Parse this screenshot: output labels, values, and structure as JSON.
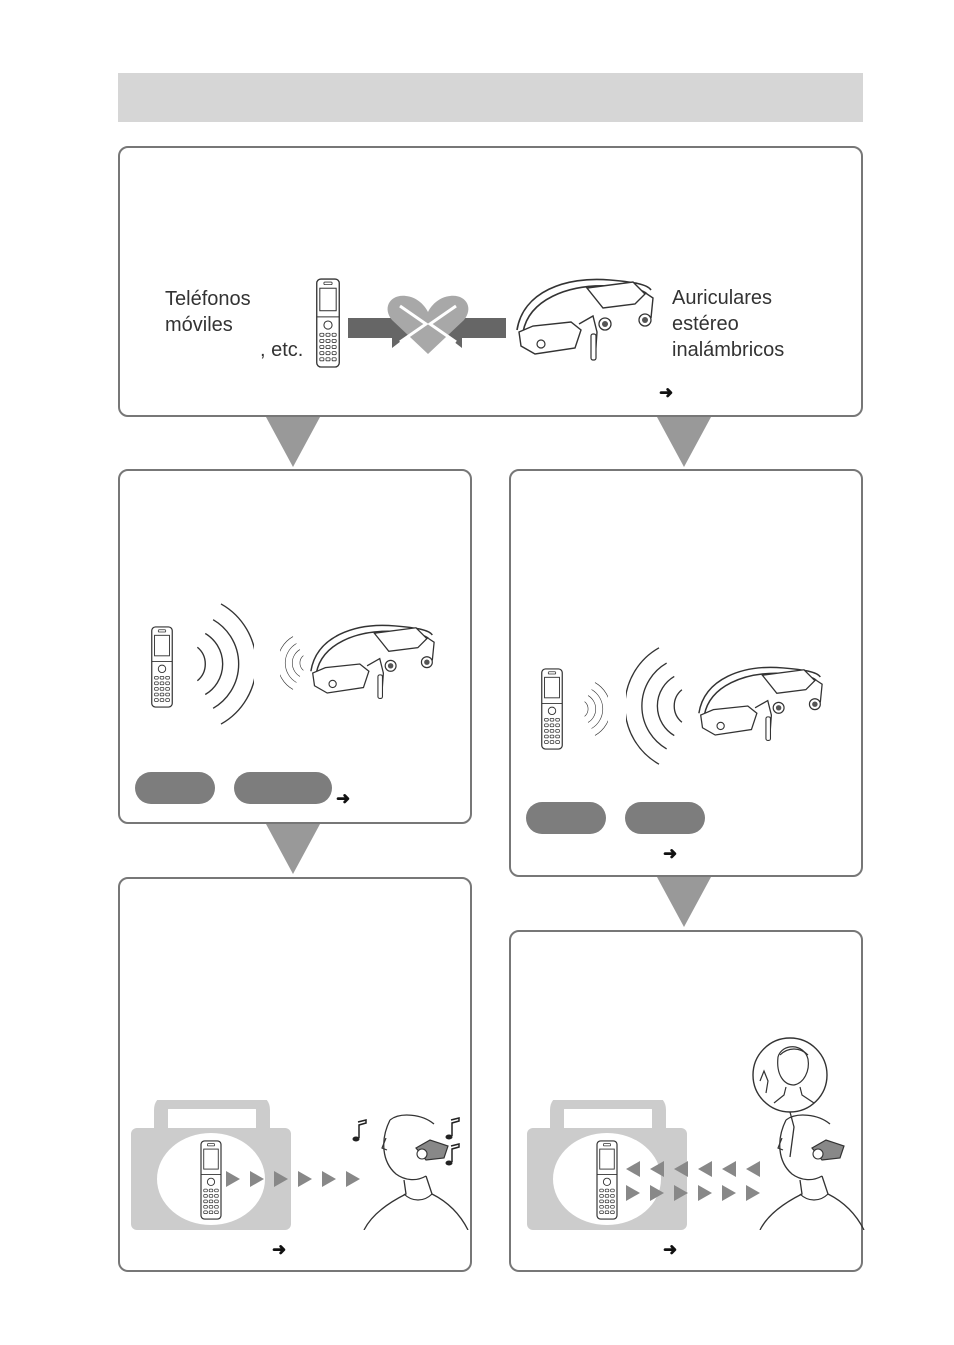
{
  "top": {
    "device_left_label": "Teléfonos\nmóviles",
    "device_left_etc": ", etc.",
    "device_right_label": "Auriculares\nestéreo\ninalámbricos",
    "ref_arrow": "➜"
  },
  "steps": {
    "left_connect": {
      "ref_arrow": "➜"
    },
    "right_connect": {
      "ref_arrow": "➜"
    },
    "left_music": {
      "ref_arrow": "➜"
    },
    "right_call": {
      "ref_arrow": "➜"
    }
  },
  "icons": {
    "phone": "phone-icon",
    "headset": "headset-icon",
    "heart": "heart-icon",
    "radio": "radio-icon",
    "person": "person-icon",
    "music": "music-note-icon"
  },
  "colors": {
    "title_bar": "#d6d6d6",
    "border": "#777777",
    "connector": "#999999",
    "pill": "#7d7d7d",
    "radio": "#cccccc"
  }
}
